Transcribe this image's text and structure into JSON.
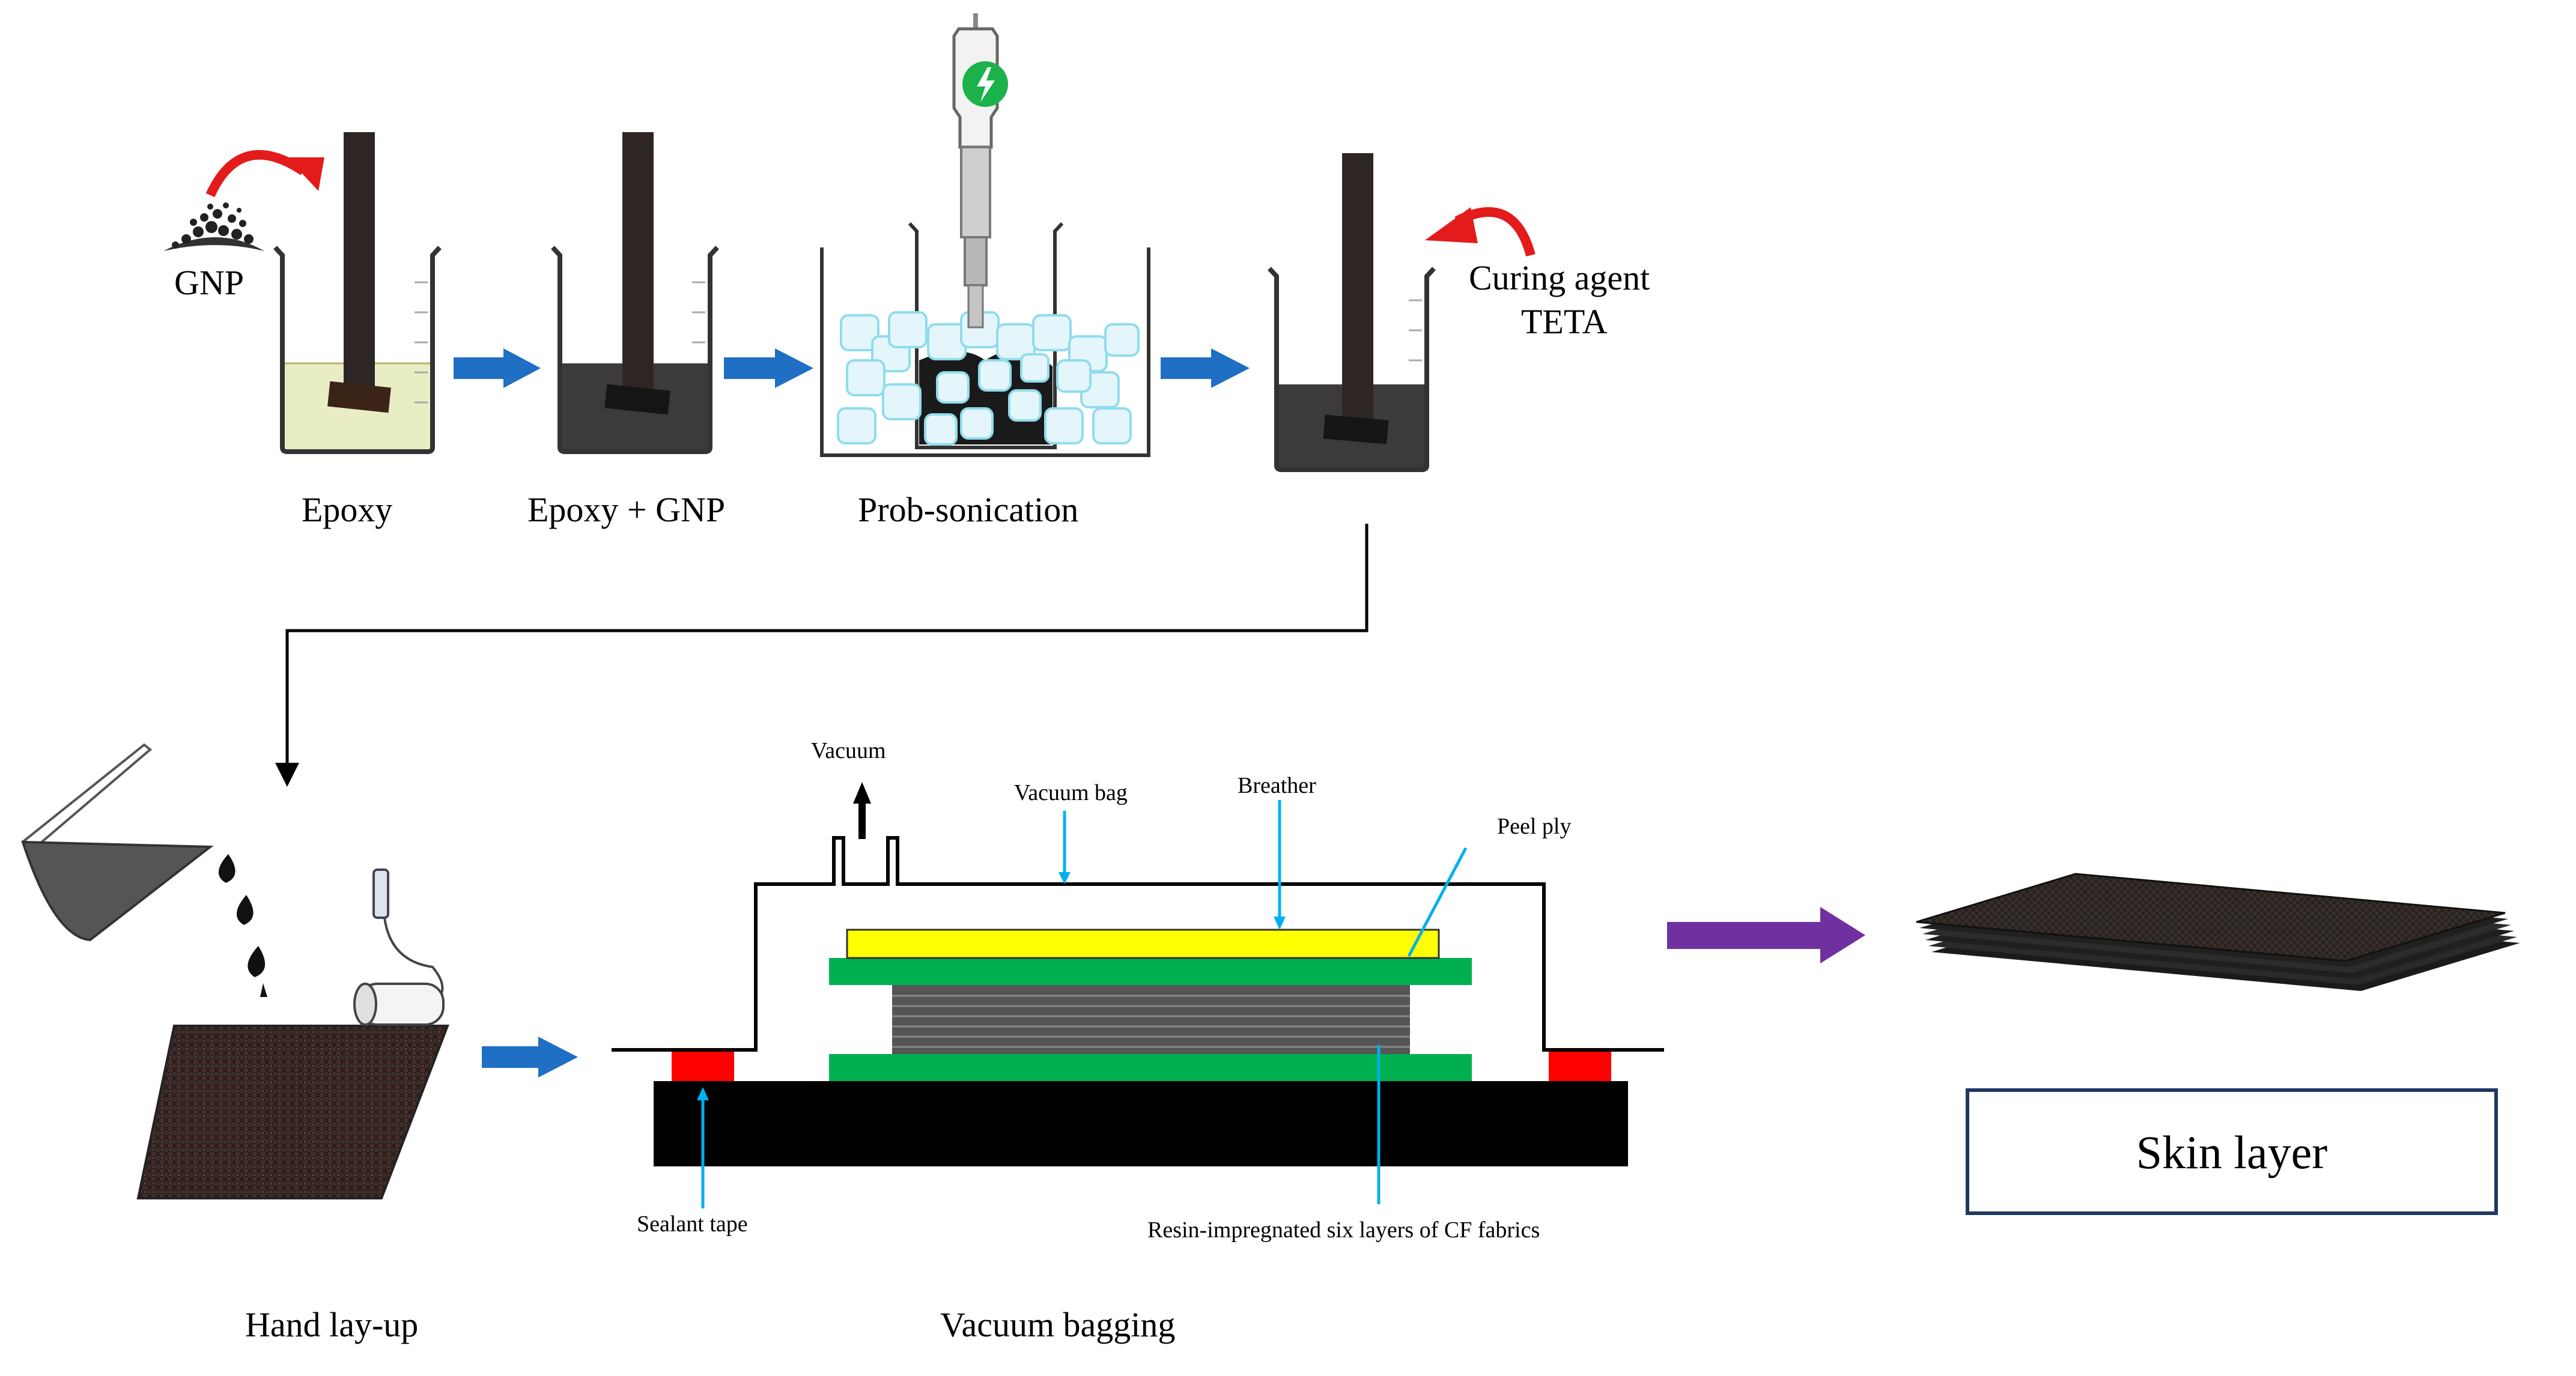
{
  "labels": {
    "gnp": "GNP",
    "curing_line1": "Curing agent",
    "curing_line2": "TETA",
    "epoxy": "Epoxy",
    "epoxy_gnp": "Epoxy + GNP",
    "sonication": "Prob-sonication",
    "vacuum": "Vacuum",
    "vacuum_bag": "Vacuum bag",
    "breather": "Breather",
    "peel_ply": "Peel ply",
    "sealant_tape": "Sealant tape",
    "resin_layers": "Resin-impregnated six layers of CF fabrics",
    "hand_layup": "Hand lay-up",
    "vacuum_bagging": "Vacuum  bagging",
    "skin_layer": "Skin layer"
  },
  "colors": {
    "flow_arrow": "#1f6fc4",
    "curve_arrow": "#e31b1b",
    "purple_arrow": "#7030a0",
    "epoxy_fill": "#e9edc4",
    "mix_fill": "#3b3b3b",
    "stirrer": "#2e2625",
    "breather": "#ffff00",
    "peel_ply": "#00b050",
    "sealant": "#ff0000",
    "leader_line": "#00b0f0",
    "ice": "#bfe9f5",
    "sonicator_badge": "#1bb24b"
  },
  "icons": {
    "sonicator_badge": "lightning-icon"
  }
}
